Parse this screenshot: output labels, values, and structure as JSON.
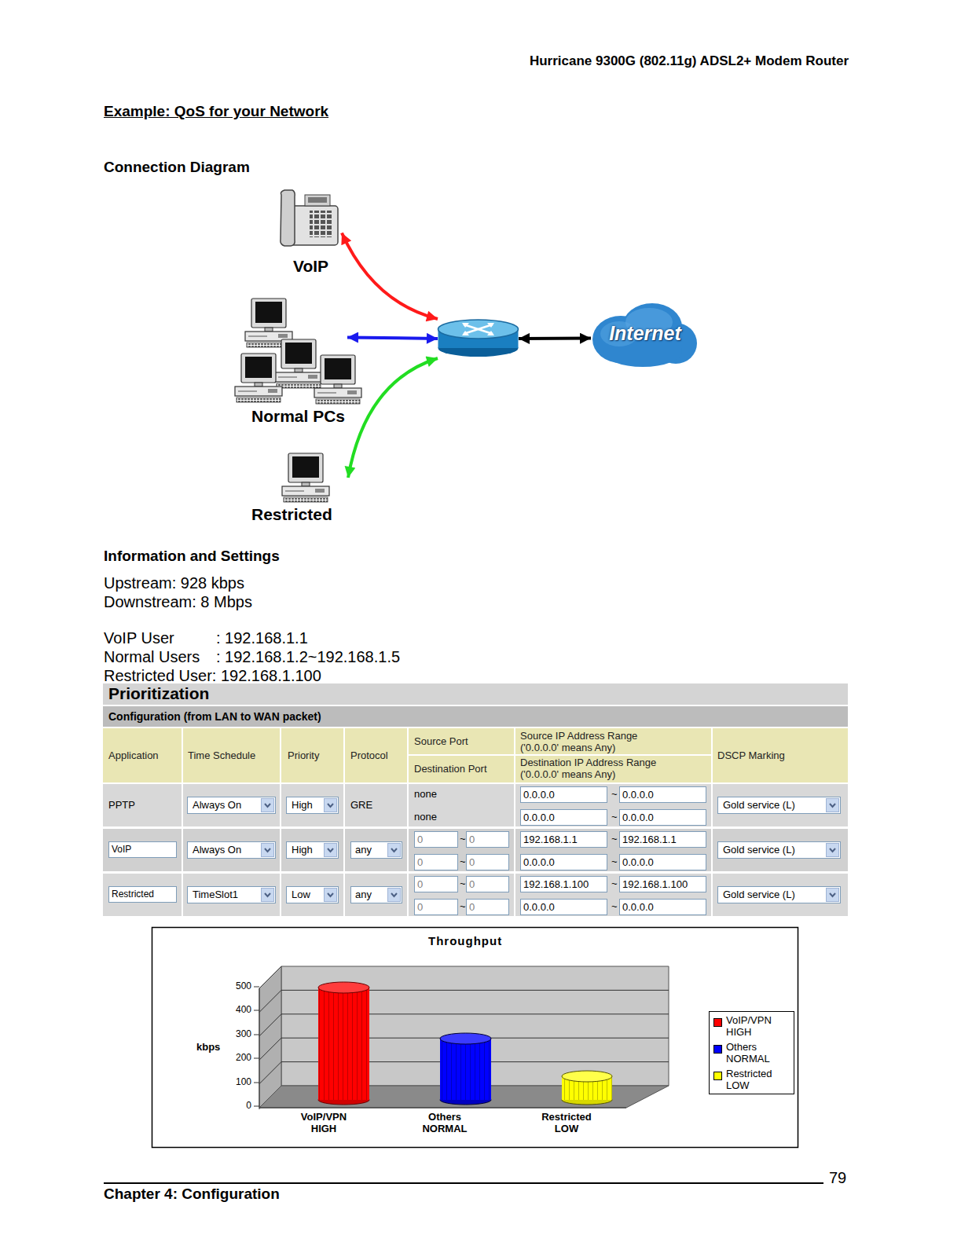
{
  "diagram": {
    "title": "Example: QoS for your Network",
    "nodes": [
      {
        "text": [
          "VoIP"
        ]
      },
      {
        "text": [
          "Normal PCs"
        ]
      },
      {
        "text": []
      },
      {
        "text": [
          "Internet"
        ]
      },
      {
        "text": [
          "Restricted"
        ]
      }
    ],
    "edges": [
      {
        "from": 0,
        "to": 2,
        "arrow": "both"
      },
      {
        "from": 1,
        "to": 2,
        "arrow": "both"
      },
      {
        "from": 4,
        "to": 2,
        "arrow": "both"
      },
      {
        "from": 2,
        "to": 3,
        "arrow": "both"
      }
    ],
    "labels": [
      "Hurricane 9300G (802.11g) ADSL2+ Modem Router",
      "Connection Diagram",
      "Information and Settings",
      "Upstream: 928 kbps",
      "Downstream: 8 Mbps",
      "VoIP User",
      ": 192.168.1.1",
      "Normal Users",
      ": 192.168.1.2~192.168.1.5",
      "Restricted User: 192.168.1.100",
      "Prioritization",
      "Configuration (from LAN to WAN packet)",
      "Application",
      "Time Schedule",
      "Priority",
      "Protocol",
      "Source Port",
      "Destination Port",
      "Source IP Address Range ('0.0.0.0' means Any)",
      "Destination IP Address Range ('0.0.0.0' means Any)",
      "DSCP Marking",
      "PPTP",
      "Always On",
      "High",
      "GRE",
      "none",
      "none",
      "0.0.0.0",
      "~",
      "0.0.0.0",
      "0.0.0.0",
      "~",
      "0.0.0.0",
      "Gold service (L)",
      "VoIP",
      "Always On",
      "High",
      "any",
      "0",
      "~",
      "0",
      "0",
      "~",
      "0",
      "192.168.1.1",
      "~",
      "192.168.1.1",
      "0.0.0.0",
      "~",
      "0.0.0.0",
      "Gold service (L)",
      "Restricted",
      "TimeSlot1",
      "Low",
      "any",
      "0",
      "~",
      "0",
      "0",
      "~",
      "0",
      "192.168.1.100",
      "~",
      "192.168.1.100",
      "0.0.0.0",
      "~",
      "0.0.0.0",
      "Gold service (L)",
      "Throughput",
      "500",
      "400",
      "300",
      "200",
      "100",
      "0",
      "kbps",
      "VoIP/VPN HIGH",
      "Others NORMAL",
      "Restricted LOW",
      "79",
      "Chapter 4: Configuration"
    ],
    "legend": [
      {
        "text": "VoIP/VPN HIGH",
        "color": "#ff0000"
      },
      {
        "text": "Others NORMAL",
        "color": "#0000ff"
      },
      {
        "text": "Restricted LOW",
        "color": "#ffff00"
      }
    ]
  }
}
